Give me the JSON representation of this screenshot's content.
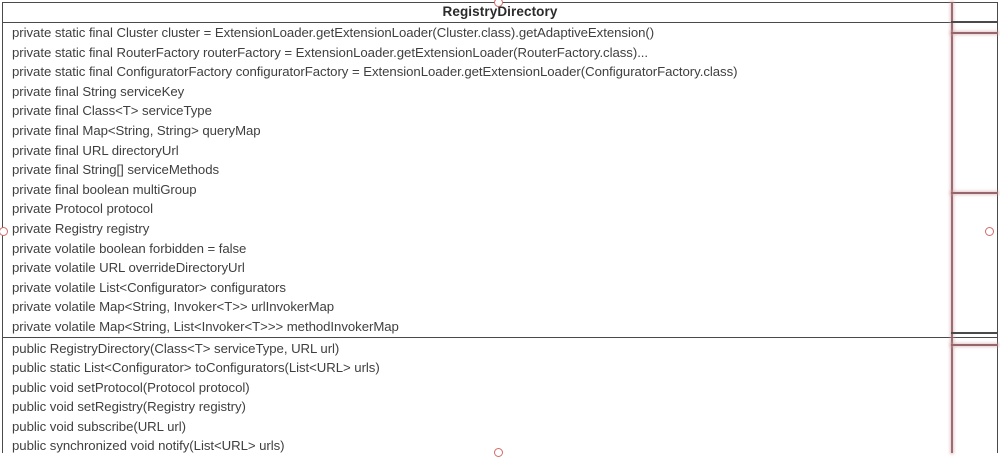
{
  "diagram": {
    "type": "uml-class",
    "class_name": "RegistryDirectory",
    "attributes": [
      "private static final Cluster cluster = ExtensionLoader.getExtensionLoader(Cluster.class).getAdaptiveExtension()",
      "private static final RouterFactory routerFactory = ExtensionLoader.getExtensionLoader(RouterFactory.class)...",
      "private static final ConfiguratorFactory configuratorFactory = ExtensionLoader.getExtensionLoader(ConfiguratorFactory.class)",
      "private final String serviceKey",
      "private final Class<T> serviceType",
      "private final Map<String, String> queryMap",
      "private final URL directoryUrl",
      "private final String[] serviceMethods",
      "private final boolean multiGroup",
      "private Protocol protocol",
      "private Registry registry",
      "private volatile boolean forbidden = false",
      "private volatile URL overrideDirectoryUrl",
      "private volatile List<Configurator> configurators",
      "private volatile Map<String, Invoker<T>> urlInvokerMap",
      "private volatile Map<String, List<Invoker<T>>> methodInvokerMap"
    ],
    "methods": [
      "public RegistryDirectory(Class<T> serviceType, URL url)",
      "public static List<Configurator> toConfigurators(List<URL> urls)",
      "public void setProtocol(Protocol protocol)",
      "public void setRegistry(Registry registry)",
      "public void subscribe(URL url)",
      "public synchronized void notify(List<URL> urls)"
    ],
    "colors": {
      "border": "#4a4a4a",
      "text": "#3f3f3f",
      "title_text": "#2b2b2b",
      "background": "#ffffff",
      "relation_line": "#96666b",
      "connector_dot": "#d56a6a"
    },
    "connectors": [
      {
        "name": "top",
        "position": "top-center"
      },
      {
        "name": "left",
        "position": "left-middle"
      },
      {
        "name": "right",
        "position": "right-middle"
      },
      {
        "name": "bottom",
        "position": "bottom-center"
      }
    ]
  }
}
